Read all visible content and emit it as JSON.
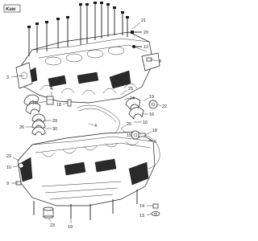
{
  "diagram": {
    "logo_text": "Kaw",
    "callouts": [
      {
        "id": "c1",
        "text": "21"
      },
      {
        "id": "c2",
        "text": "20"
      },
      {
        "id": "c3",
        "text": "12"
      },
      {
        "id": "c4",
        "text": "8"
      },
      {
        "id": "c5",
        "text": "17"
      },
      {
        "id": "c6",
        "text": "25"
      },
      {
        "id": "c7",
        "text": "24"
      },
      {
        "id": "c8",
        "text": "18"
      },
      {
        "id": "c9",
        "text": "19"
      },
      {
        "id": "c10",
        "text": "22"
      },
      {
        "id": "c11",
        "text": "29"
      },
      {
        "id": "c12",
        "text": "30"
      },
      {
        "id": "c13",
        "text": "26"
      },
      {
        "id": "c14",
        "text": "4"
      },
      {
        "id": "c15",
        "text": "16"
      },
      {
        "id": "c16",
        "text": "16"
      },
      {
        "id": "c17",
        "text": "26"
      },
      {
        "id": "c18",
        "text": "18"
      },
      {
        "id": "c19",
        "text": "22"
      },
      {
        "id": "c20",
        "text": "15"
      },
      {
        "id": "c21",
        "text": "6"
      },
      {
        "id": "c22",
        "text": "10"
      },
      {
        "id": "c23",
        "text": "19"
      },
      {
        "id": "c24",
        "text": "23"
      },
      {
        "id": "c25",
        "text": "14"
      },
      {
        "id": "c26",
        "text": "13"
      },
      {
        "id": "c27",
        "text": "9"
      },
      {
        "id": "c28",
        "text": "3"
      },
      {
        "id": "c29",
        "text": "4"
      }
    ]
  }
}
